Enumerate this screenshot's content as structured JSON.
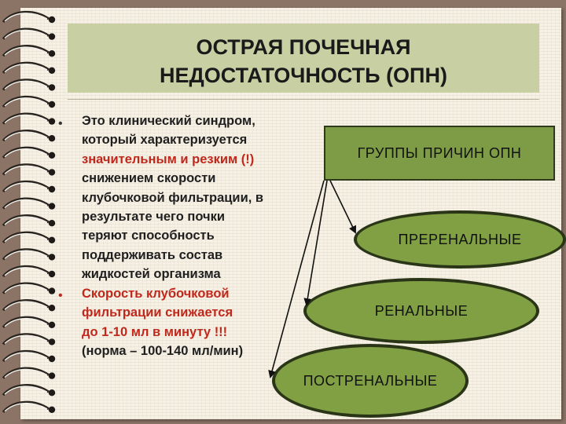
{
  "title": {
    "line1": "ОСТРАЯ ПОЧЕЧНАЯ",
    "line2": "НЕДОСТАТОЧНОСТЬ (ОПН)"
  },
  "bullets": [
    {
      "lines": [
        "Это клинический синдром,",
        "который характеризуется"
      ],
      "highlight": "значительным и резким (!)",
      "rest": [
        "снижением скорости",
        "клубочковой фильтрации, в",
        "результате чего почки",
        "теряют способность",
        "поддерживать состав",
        "жидкостей организма"
      ]
    },
    {
      "red_lines": [
        "Скорость клубочковой",
        "фильтрации снижается",
        "до 1-10 мл в минуту !!!"
      ],
      "note": "(норма – 100-140 мл/мин)"
    }
  ],
  "diagram": {
    "root": "ГРУППЫ ПРИЧИН ОПН",
    "children": [
      "ПРЕРЕНАЛЬНЫЕ",
      "РЕНАЛЬНЫЕ",
      "ПОСТРЕНАЛЬНЫЕ"
    ]
  },
  "colors": {
    "page_background": "#8b7466",
    "paper": "#f6f1e4",
    "title_band": "#c8cfa2",
    "box_fill": "#7d9c45",
    "ellipse_fill": "#80a043",
    "accent_red": "#c0281c"
  }
}
